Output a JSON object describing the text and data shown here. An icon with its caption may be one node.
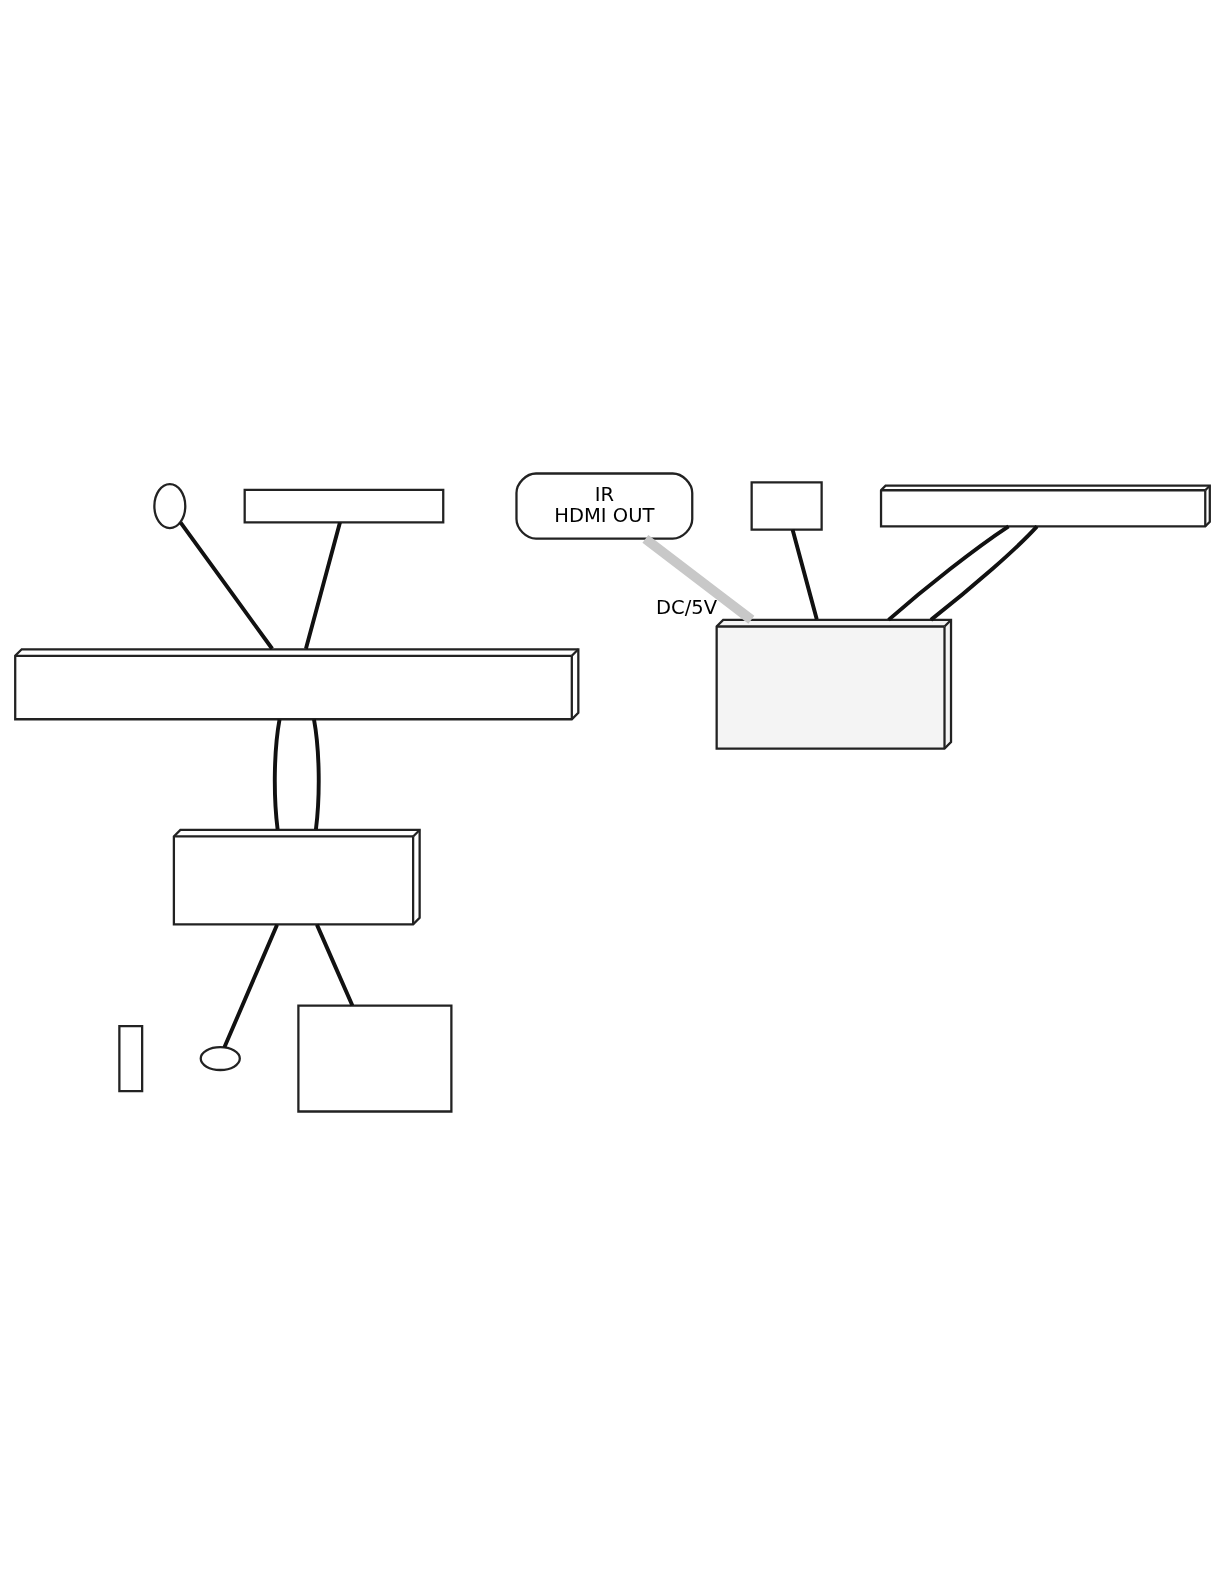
{
  "diagram": {
    "nodes": [
      {
        "text": [],
        "shape": "box"
      },
      {
        "text": [],
        "shape": "ellipse"
      },
      {
        "text": [],
        "shape": "picture"
      },
      {
        "text": [],
        "shape": "picture"
      },
      {
        "text": [],
        "shape": "ellipse"
      },
      {
        "text": [],
        "shape": "box"
      },
      {
        "text": [],
        "shape": "box"
      },
      {
        "text": [],
        "shape": "box"
      },
      {
        "text": [
          "IR",
          "HDMI OUT"
        ]
      },
      {
        "text": [],
        "shape": "picture",
        "beside": [
          "DC/5V"
        ]
      },
      {
        "text": [],
        "shape": "picture"
      }
    ],
    "edges": [
      {
        "from": 0,
        "to": 2,
        "arrow": "none"
      },
      {
        "from": 1,
        "to": 2,
        "arrow": "none"
      },
      {
        "from": 2,
        "to": 3,
        "arrow": "none"
      },
      {
        "from": 2,
        "to": 3,
        "arrow": "none"
      },
      {
        "from": 3,
        "to": 4,
        "arrow": "none"
      },
      {
        "from": 3,
        "to": 6,
        "arrow": "none"
      },
      {
        "from": 7,
        "to": 9,
        "arrow": "none"
      },
      {
        "from": 8,
        "to": 9,
        "arrow": "none",
        "style": "thick",
        "color": "#c8c8c8"
      },
      {
        "from": 10,
        "to": 9,
        "arrow": "none"
      },
      {
        "from": 10,
        "to": 9,
        "arrow": "none"
      }
    ]
  }
}
